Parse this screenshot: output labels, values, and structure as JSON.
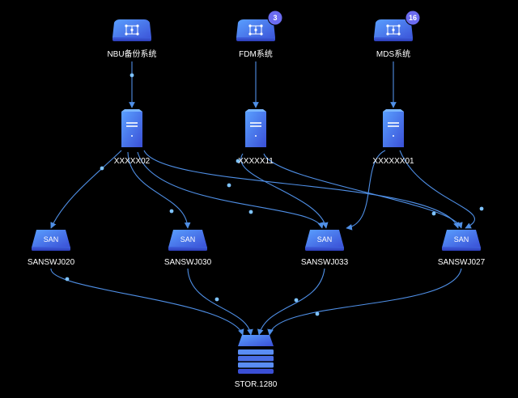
{
  "colors": {
    "background": "#000000",
    "edge": "#4f8fe6",
    "dot": "#7ec3ff",
    "node_top": "#5aa0ff",
    "node_bottom": "#3a55d8",
    "badge": "#6b6bf0"
  },
  "nodes": [
    {
      "id": "nbu",
      "label": "NBU备份系统",
      "kind": "system",
      "icon": "network-topology-icon"
    },
    {
      "id": "fdm",
      "label": "FDM系统",
      "kind": "system",
      "icon": "network-topology-icon",
      "badge": "3"
    },
    {
      "id": "mds",
      "label": "MDS系统",
      "kind": "system",
      "icon": "network-topology-icon",
      "badge": "16"
    },
    {
      "id": "x02",
      "label": "XXXXX02",
      "kind": "server",
      "icon": "server-icon"
    },
    {
      "id": "x11",
      "label": "XXXXX11",
      "kind": "server",
      "icon": "server-icon"
    },
    {
      "id": "x01",
      "label": "XXXXXX01",
      "kind": "server",
      "icon": "server-icon"
    },
    {
      "id": "s020",
      "label": "SANSWJ020",
      "kind": "switch",
      "icon": "san-switch-icon",
      "text": "SAN"
    },
    {
      "id": "s030",
      "label": "SANSWJ030",
      "kind": "switch",
      "icon": "san-switch-icon",
      "text": "SAN"
    },
    {
      "id": "s033",
      "label": "SANSWJ033",
      "kind": "switch",
      "icon": "san-switch-icon",
      "text": "SAN"
    },
    {
      "id": "s027",
      "label": "SANSWJ027",
      "kind": "switch",
      "icon": "san-switch-icon",
      "text": "SAN"
    },
    {
      "id": "stor",
      "label": "STOR.1280",
      "kind": "storage",
      "icon": "storage-array-icon"
    }
  ],
  "edges": [
    {
      "from": "nbu",
      "to": "x02"
    },
    {
      "from": "fdm",
      "to": "x11"
    },
    {
      "from": "mds",
      "to": "x01"
    },
    {
      "from": "x02",
      "to": "s020"
    },
    {
      "from": "x02",
      "to": "s030"
    },
    {
      "from": "x02",
      "to": "s033"
    },
    {
      "from": "x02",
      "to": "s027"
    },
    {
      "from": "x11",
      "to": "s033"
    },
    {
      "from": "x11",
      "to": "s027"
    },
    {
      "from": "x01",
      "to": "s033"
    },
    {
      "from": "x01",
      "to": "s027"
    },
    {
      "from": "s020",
      "to": "stor"
    },
    {
      "from": "s030",
      "to": "stor"
    },
    {
      "from": "s033",
      "to": "stor"
    },
    {
      "from": "s027",
      "to": "stor"
    }
  ]
}
